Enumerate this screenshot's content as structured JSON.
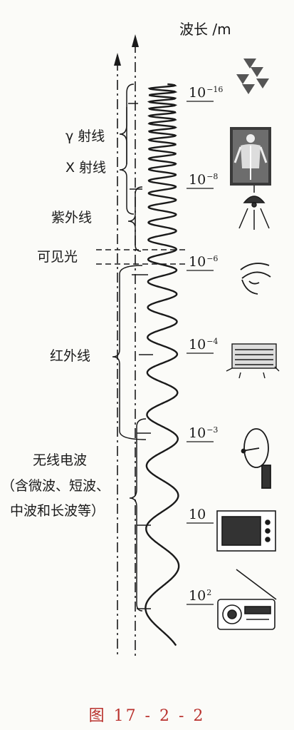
{
  "header": {
    "axis_title": "波长 /m"
  },
  "bands": [
    {
      "id": "gamma",
      "label": "γ 射线"
    },
    {
      "id": "xray",
      "label": "X 射线"
    },
    {
      "id": "uv",
      "label": "紫外线"
    },
    {
      "id": "visible",
      "label": "可见光"
    },
    {
      "id": "ir",
      "label": "红外线"
    },
    {
      "id": "radio1",
      "label": "无线电波"
    },
    {
      "id": "radio2",
      "label": "（含微波、短波、"
    },
    {
      "id": "radio3",
      "label": "中波和长波等）"
    }
  ],
  "wavelengths": [
    {
      "base": "10",
      "exp": "−16"
    },
    {
      "base": "10",
      "exp": "−8"
    },
    {
      "base": "10",
      "exp": "−6"
    },
    {
      "base": "10",
      "exp": "−4"
    },
    {
      "base": "10",
      "exp": "−3"
    },
    {
      "base": "10",
      "exp": ""
    },
    {
      "base": "10",
      "exp": "2"
    }
  ],
  "caption": "图 17 - 2 - 2",
  "colors": {
    "ink": "#1a1a1a",
    "caption": "#b9312d"
  },
  "icons": [
    "radiation-icon",
    "x-ray-person-icon",
    "uv-lamp-icon",
    "eye-icon",
    "heater-icon",
    "satellite-dish-icon",
    "microwave-oven-icon",
    "radio-icon"
  ]
}
